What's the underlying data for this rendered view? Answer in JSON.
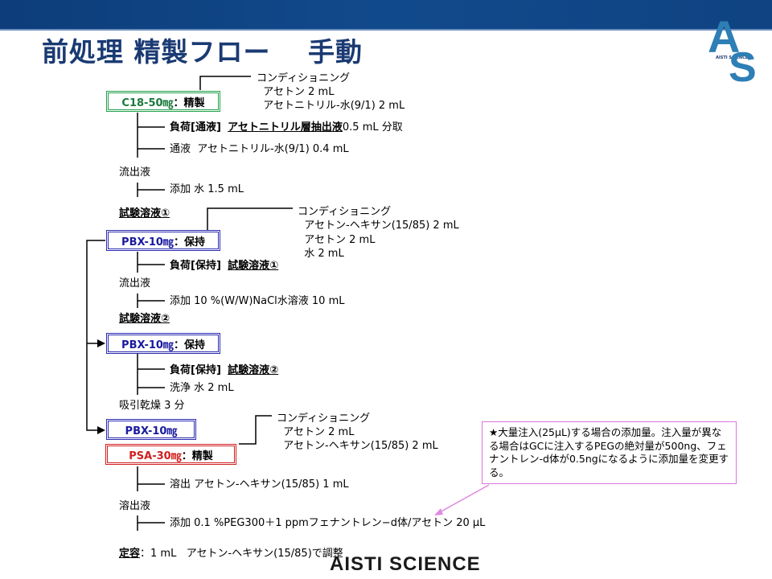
{
  "header": {
    "title": "前処理 精製フロー　 手動",
    "logo_letters": [
      "A",
      "S"
    ],
    "logo_subtext": "AISTI SCIENCE"
  },
  "boxes": {
    "c18": {
      "name": "C18-50㎎",
      "suffix": "：精製"
    },
    "pbx1": {
      "name": "PBX-10㎎",
      "suffix": "：保持"
    },
    "pbx2": {
      "name": "PBX-10㎎",
      "suffix": "：保持"
    },
    "pbx3": {
      "name": "PBX-10㎎",
      "suffix": ""
    },
    "psa": {
      "name": "PSA-30㎎",
      "suffix": "：精製"
    }
  },
  "cond1": [
    "コンディショニング",
    "  アセトン 2 mL",
    "  アセトニトリル-水(9/1) 2 mL"
  ],
  "cond2": [
    "コンディショニング",
    "  アセトン-ヘキサン(15/85) 2 mL",
    "  アセトン 2 mL",
    "  水 2 mL"
  ],
  "cond3": [
    "コンディショニング",
    "  アセトン 2 mL",
    "  アセトン-ヘキサン(15/85) 2 mL"
  ],
  "steps": {
    "load1_a": "負荷[通液]",
    "load1_b": "アセトニトリル層抽出液",
    "load1_c": "0.5 mL 分取",
    "pass1": "通液  アセトニトリル-水(9/1) 0.4 mL",
    "eluate1": "流出液",
    "add1": "添加 水 1.5 mL",
    "sample1": "試験溶液①",
    "load2_a": "負荷[保持]",
    "load2_b": "試験溶液①",
    "eluate2": "流出液",
    "add2": "添加 10 %(W/W)NaCl水溶液 10 mL",
    "sample2": "試験溶液②",
    "load3_a": "負荷[保持]",
    "load3_b": "試験溶液②",
    "wash": "洗浄 水 2 mL",
    "dry": "吸引乾燥 3 分",
    "elute": "溶出 アセトン-ヘキサン(15/85) 1 mL",
    "eluate3": "溶出液",
    "add3": "添加 0.1 %PEG300＋1 ppmフェナントレン−d体/アセトン 20 μL",
    "final_a": "定容",
    "final_b": "：1 mL   アセトン-ヘキサン(15/85)で調整"
  },
  "note": "★大量注入(25μL)する場合の添加量。注入量が異なる場合はGCに注入するPEGの絶対量が500ng、フェナントレン-d体が0.5ngになるように添加量を変更する。",
  "footer": "AISTI SCIENCE",
  "colors": {
    "header_bar": "#114a8c",
    "title": "#1a3a73",
    "logo": "#2d7fb5",
    "green": "#22a04b",
    "blue": "#2a2ab0",
    "red": "#d02020",
    "note_border": "#d977d9"
  }
}
